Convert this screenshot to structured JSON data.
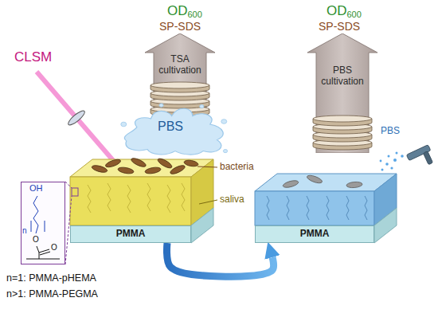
{
  "diagram": {
    "nodes": [
      {
        "text": [
          "OH",
          "n",
          "O",
          "O"
        ]
      },
      {
        "text": [
          "TSA cultivation"
        ]
      },
      {
        "text": [
          "PBS"
        ]
      },
      {
        "text": [
          "PMMA"
        ]
      },
      {
        "text": [
          "PBS cultivation"
        ]
      },
      {
        "text": [
          "PMMA"
        ]
      }
    ],
    "edges": [
      {
        "from": 3,
        "to": 5,
        "arrow": "to"
      }
    ],
    "labels": [
      "CLSM",
      "OD",
      "600",
      "SP-SDS",
      "OD",
      "600",
      "SP-SDS",
      "bacteria",
      "saliva",
      "n=1: PMMA-pHEMA",
      "n>1: PMMA-PEGMA",
      "PBS"
    ]
  }
}
